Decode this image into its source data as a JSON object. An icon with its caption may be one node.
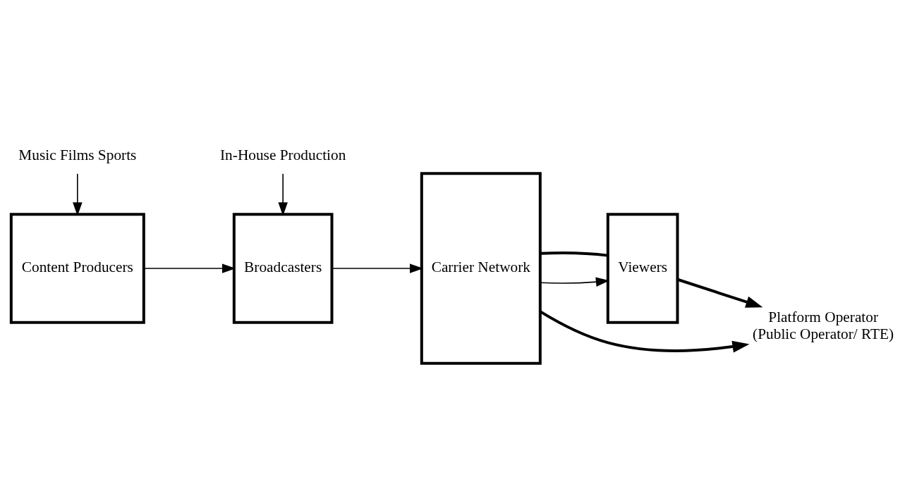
{
  "diagram": {
    "nodes": [
      {
        "text": [
          "Content Producers"
        ]
      },
      {
        "text": [
          "Broadcasters"
        ]
      },
      {
        "text": [
          "Carrier Network"
        ]
      },
      {
        "text": [
          "Viewers"
        ]
      },
      {
        "text": [
          "Music Films Sports"
        ]
      },
      {
        "text": [
          "In-House Production"
        ]
      },
      {
        "text": [
          "Platform Operator",
          "(Public Operator/ RTE)"
        ]
      }
    ],
    "edges": [
      {
        "from": 0,
        "to": 1,
        "arrow": "to"
      },
      {
        "from": 1,
        "to": 2,
        "arrow": "to"
      },
      {
        "from": 2,
        "to": 3,
        "arrow": "to"
      },
      {
        "from": 2,
        "to": 3,
        "arrow": "none",
        "style": "thick"
      },
      {
        "from": 4,
        "to": 0,
        "arrow": "to"
      },
      {
        "from": 5,
        "to": 1,
        "arrow": "to"
      },
      {
        "from": 2,
        "to": 6,
        "arrow": "to",
        "style": "thick"
      },
      {
        "from": 3,
        "to": 6,
        "arrow": "to",
        "style": "thick"
      }
    ]
  }
}
